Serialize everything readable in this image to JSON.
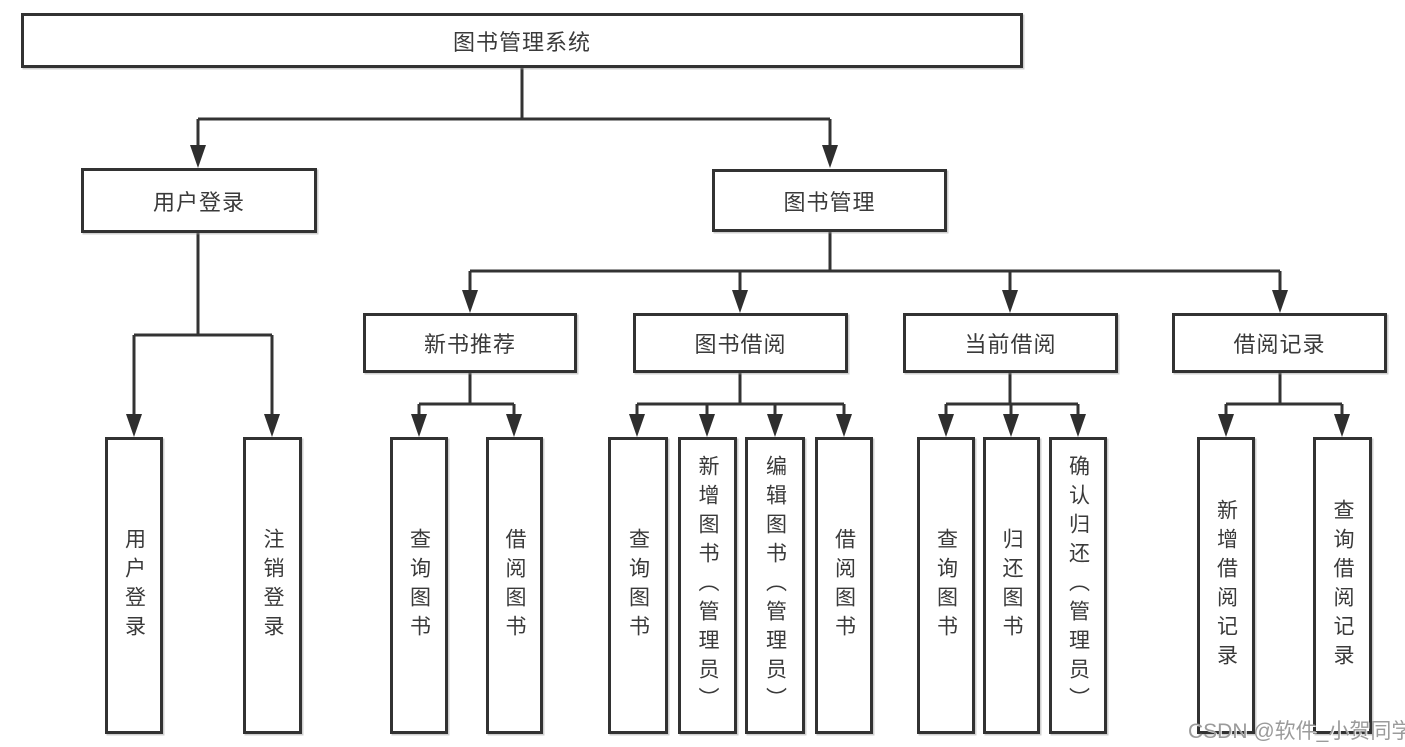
{
  "tree": {
    "root": {
      "label": "图书管理系统",
      "children": [
        {
          "label": "用户登录",
          "children": [
            {
              "label": "用户登录"
            },
            {
              "label": "注销登录"
            }
          ]
        },
        {
          "label": "图书管理",
          "children": [
            {
              "label": "新书推荐",
              "children": [
                {
                  "label": "查询图书"
                },
                {
                  "label": "借阅图书"
                }
              ]
            },
            {
              "label": "图书借阅",
              "children": [
                {
                  "label": "查询图书"
                },
                {
                  "label": "新增图书（管理员）"
                },
                {
                  "label": "编辑图书（管理员）"
                },
                {
                  "label": "借阅图书"
                }
              ]
            },
            {
              "label": "当前借阅",
              "children": [
                {
                  "label": "查询图书"
                },
                {
                  "label": "归还图书"
                },
                {
                  "label": "确认归还（管理员）"
                }
              ]
            },
            {
              "label": "借阅记录",
              "children": [
                {
                  "label": "新增借阅记录"
                },
                {
                  "label": "查询借阅记录"
                }
              ]
            }
          ]
        }
      ]
    }
  },
  "watermark": {
    "text": "CSDN @软件_小贺同学"
  },
  "colors": {
    "line": "#333333",
    "border": "#323232",
    "text": "#3a3a3a",
    "watermark": "#9b9b9b",
    "background": "#ffffff"
  }
}
